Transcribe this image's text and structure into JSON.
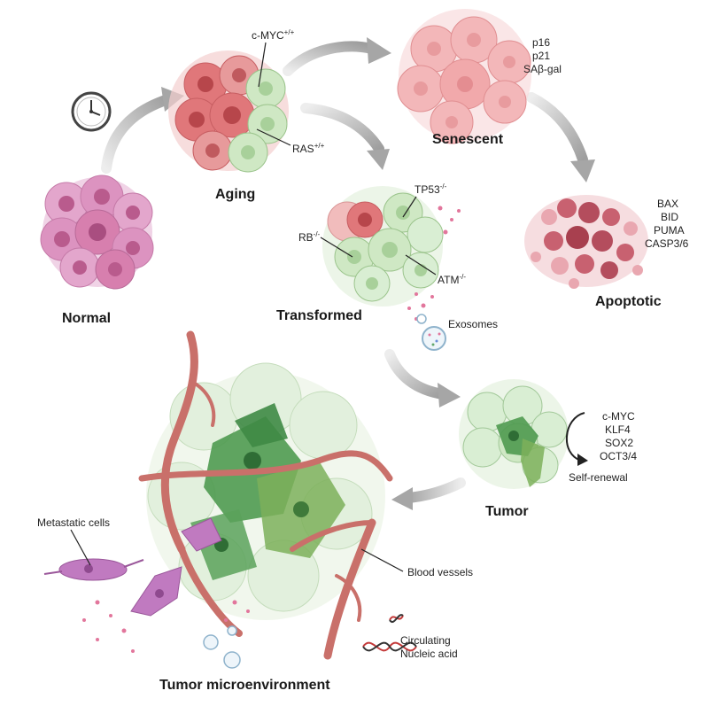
{
  "stages": {
    "normal": "Normal",
    "aging": "Aging",
    "senescent": "Senescent",
    "apoptotic": "Apoptotic",
    "transformed": "Transformed",
    "tumor": "Tumor",
    "microenvironment": "Tumor microenvironment"
  },
  "aging_labels": {
    "myc": "c-MYC",
    "myc_sup": "+/+",
    "ras": "RAS",
    "ras_sup": "+/+"
  },
  "senescent_markers": [
    "p16",
    "p21",
    "SAβ-gal"
  ],
  "apoptotic_markers": [
    "BAX",
    "BID",
    "PUMA",
    "CASP3/6"
  ],
  "transformed_labels": {
    "tp53": "TP53",
    "tp53_sup": "-/-",
    "rb": "RB",
    "rb_sup": "-/-",
    "atm": "ATM",
    "atm_sup": "-/-"
  },
  "exosomes": "Exosomes",
  "tumor_factors": [
    "c-MYC",
    "KLF4",
    "SOX2",
    "OCT3/4"
  ],
  "self_renewal": "Self-renewal",
  "metastatic_cells": "Metastatic cells",
  "blood_vessels": "Blood vessels",
  "circulating": [
    "Circulating",
    "Nucleic acid"
  ],
  "colors": {
    "normal": "#d77fae",
    "aging_red": "#e0777a",
    "aging_green": "#cfe8c4",
    "senescent": "#f3b7b9",
    "apoptotic": "#c86170",
    "green_light": "#d9eed3",
    "green_dark": "#4f9a50",
    "vessel": "#c9706a",
    "metastatic": "#c07ac0",
    "exosome_dot": "#e2769c",
    "arrow": "#bdbdbd"
  }
}
